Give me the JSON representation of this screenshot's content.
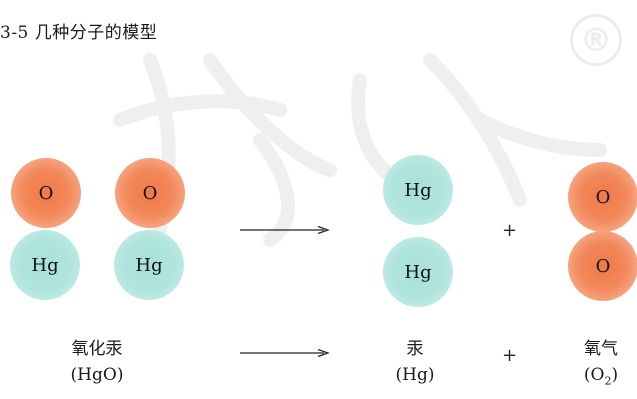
{
  "caption": "3-5  几种分子的模型",
  "atoms": {
    "oxygen": "O",
    "mercury": "Hg"
  },
  "operators": {
    "plus": "+"
  },
  "labels": {
    "reactant_name": "氧化汞",
    "reactant_formula": "(HgO)",
    "product1_name": "汞",
    "product1_formula": "(Hg)",
    "product2_name": "氧气",
    "product2_formula_prefix": "(O",
    "product2_formula_sub": "2",
    "product2_formula_suffix": ")"
  },
  "colors": {
    "oxygen_atom": "#f2875a",
    "mercury_atom": "#b1e5de",
    "watermark": "#ececec"
  }
}
